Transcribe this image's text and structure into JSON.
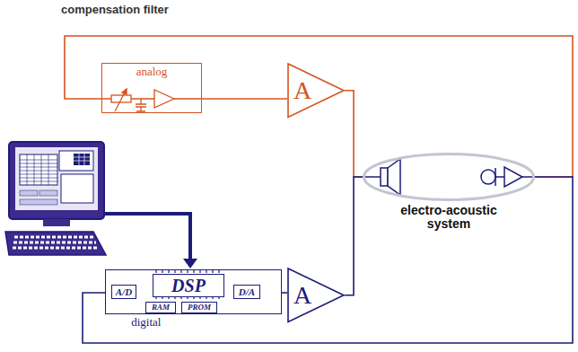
{
  "diagram": {
    "title": "compensation filter",
    "nodes": [
      {
        "text": [
          "analog"
        ]
      },
      {
        "text": [
          "A"
        ]
      },
      {
        "text": [
          "digital"
        ]
      },
      {
        "text": [
          "A/D"
        ],
        "in": 2
      },
      {
        "text": [
          "DSP"
        ],
        "in": 2
      },
      {
        "text": [
          "D/A"
        ],
        "in": 2
      },
      {
        "text": [
          "RAM"
        ],
        "in": 2
      },
      {
        "text": [
          "PROM"
        ],
        "in": 2
      },
      {
        "text": [
          "A"
        ]
      },
      {
        "text": [
          "electro-acoustic system"
        ]
      }
    ],
    "edges": [
      {
        "from": 0,
        "to": 1,
        "arrow": "none"
      },
      {
        "from": 1,
        "to": 9,
        "arrow": "none"
      },
      {
        "from": 9,
        "to": 0,
        "arrow": "none"
      },
      {
        "from": 2,
        "to": 8,
        "arrow": "none"
      },
      {
        "from": 8,
        "to": 9,
        "arrow": "none"
      },
      {
        "from": 9,
        "to": 2,
        "arrow": "none"
      }
    ]
  }
}
